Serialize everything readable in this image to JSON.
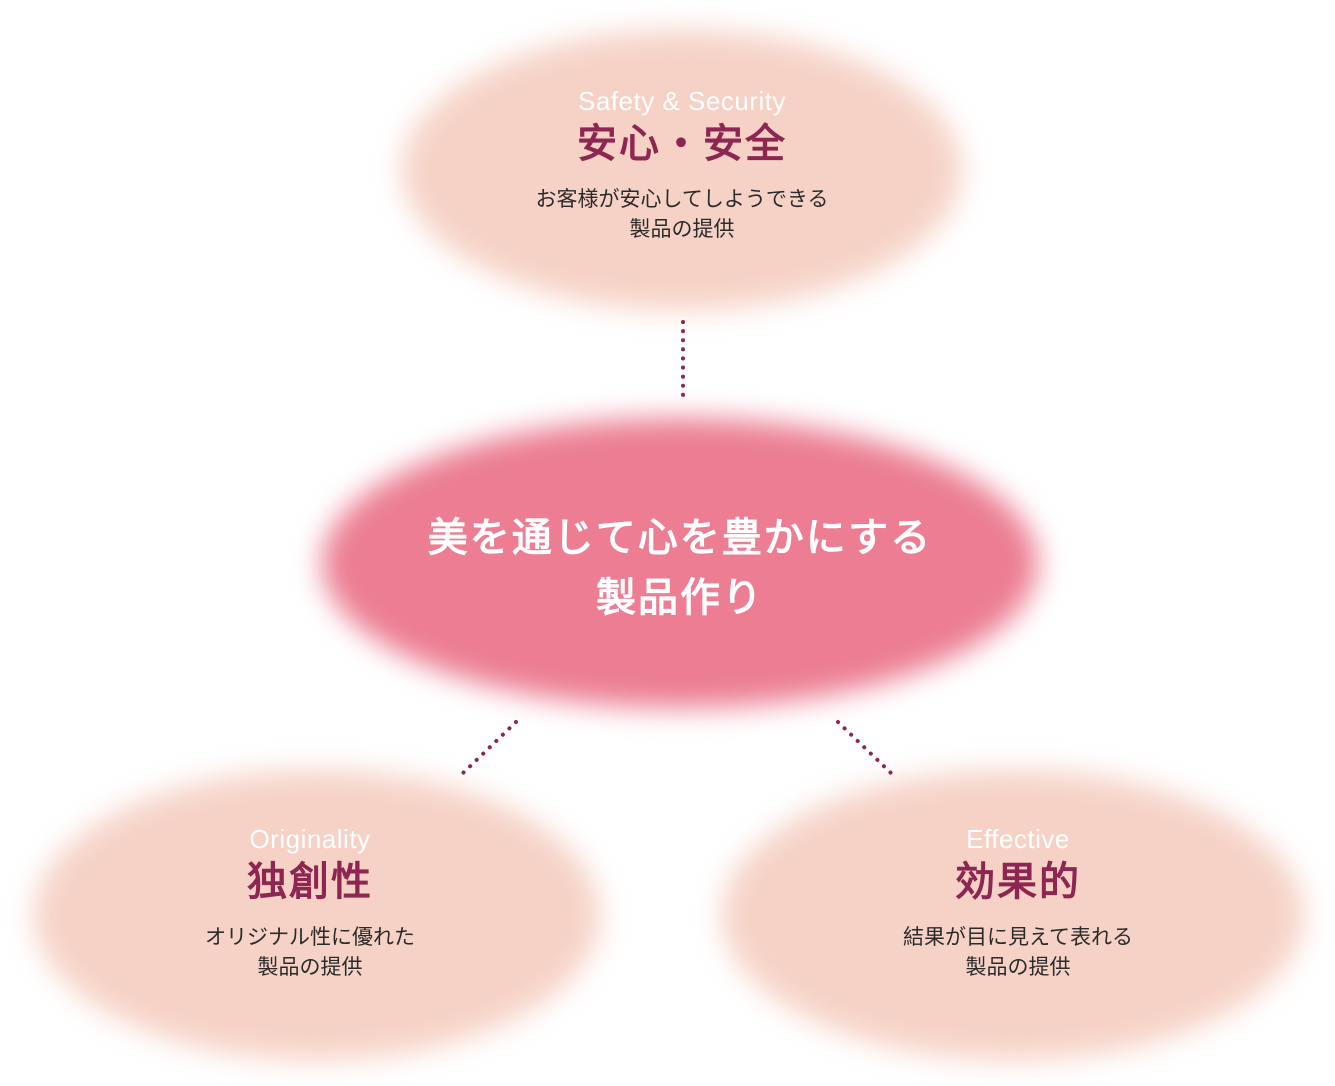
{
  "center": {
    "line1": "美を通じて心を豊かにする",
    "line2": "製品作り"
  },
  "nodes": {
    "top": {
      "english": "Safety & Security",
      "title": "安心・安全",
      "desc_line1": "お客様が安心してしようできる",
      "desc_line2": "製品の提供"
    },
    "left": {
      "english": "Originality",
      "title": "独創性",
      "desc_line1": "オリジナル性に優れた",
      "desc_line2": "製品の提供"
    },
    "right": {
      "english": "Effective",
      "title": "効果的",
      "desc_line1": "結果が目に見えて表れる",
      "desc_line2": "製品の提供"
    }
  },
  "colors": {
    "outer_ellipse": "#f6d2c6",
    "center_ellipse": "#ec7d92",
    "title_text": "#8e2653",
    "connector_dots": "#8e2653"
  }
}
